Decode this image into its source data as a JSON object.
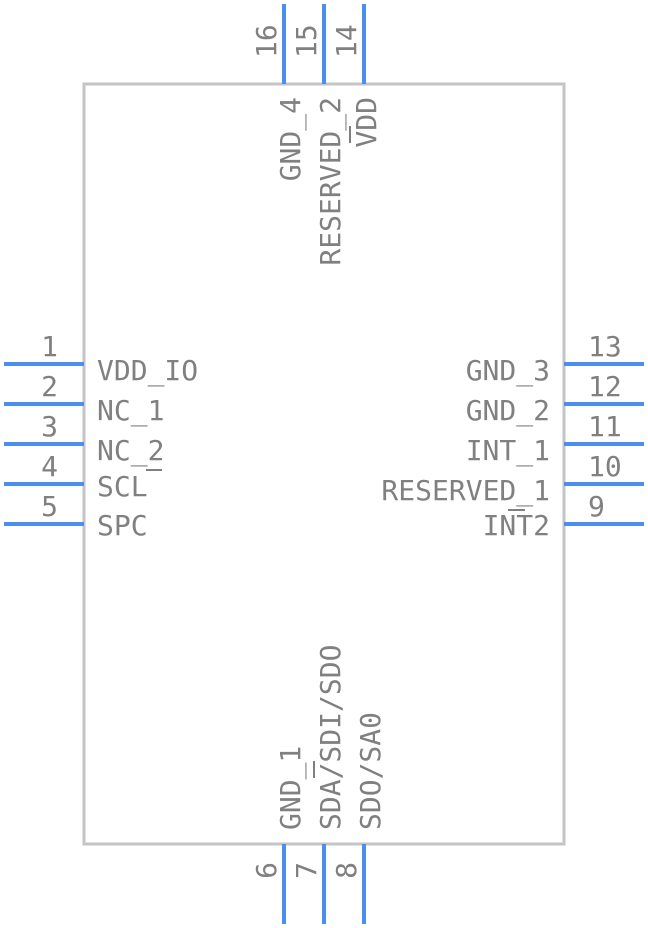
{
  "component": {
    "pins_left": [
      {
        "num": "1",
        "name": "VDD_IO"
      },
      {
        "num": "2",
        "name": "NC_1"
      },
      {
        "num": "3",
        "name": "NC_2"
      },
      {
        "num": "4",
        "name": "SCL"
      },
      {
        "num": "5",
        "name": "SPC"
      }
    ],
    "pins_right": [
      {
        "num": "13",
        "name": "GND_3"
      },
      {
        "num": "12",
        "name": "GND_2"
      },
      {
        "num": "11",
        "name": "INT_1"
      },
      {
        "num": "10",
        "name": "RESERVED_1"
      },
      {
        "num": "9",
        "name": "INT2"
      }
    ],
    "pins_top": [
      {
        "num": "16",
        "name": "GND_4"
      },
      {
        "num": "15",
        "name": "RESERVED_2"
      },
      {
        "num": "14",
        "name": "VDD"
      }
    ],
    "pins_bottom": [
      {
        "num": "6",
        "name": "GND_1"
      },
      {
        "num": "7",
        "name": "SDA/SDI/SDO"
      },
      {
        "num": "8",
        "name": "SDO/SA0"
      }
    ]
  },
  "colors": {
    "pin": "#4a8ff0",
    "body_outline": "#c4c4c4",
    "text": "#808080"
  }
}
